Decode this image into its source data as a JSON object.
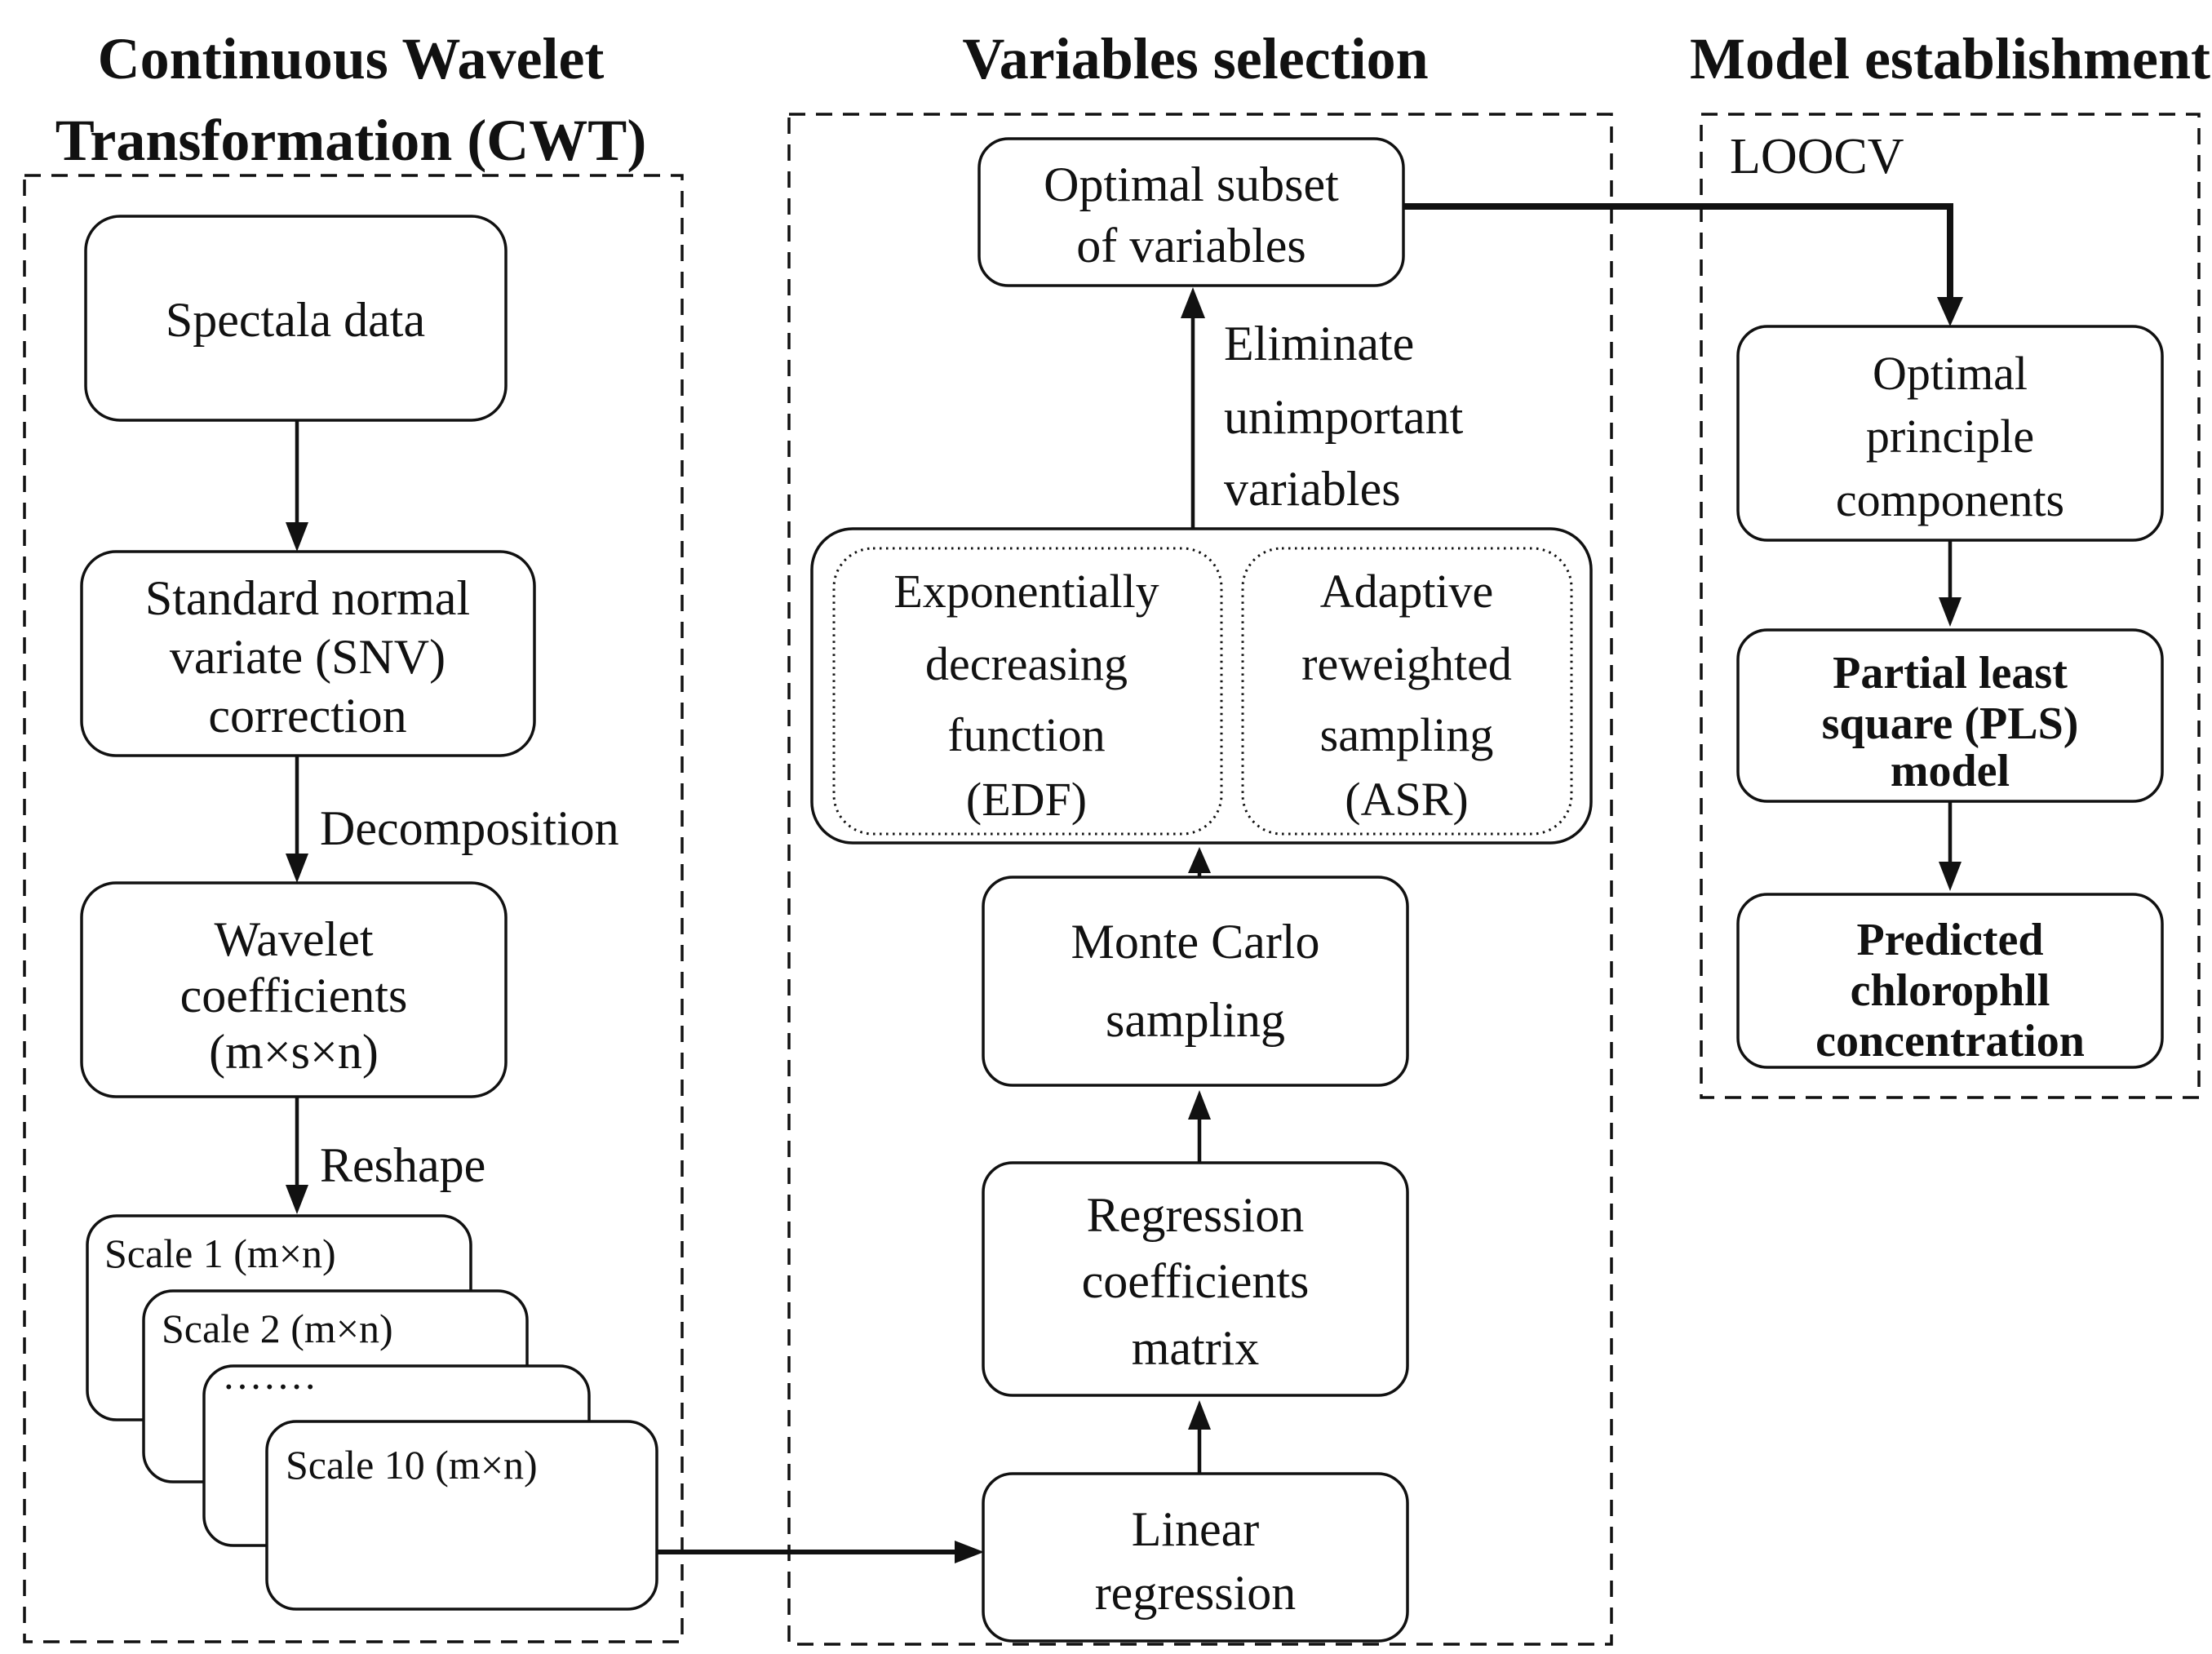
{
  "left": {
    "title": [
      "Continuous Wavelet",
      "Transformation (CWT)"
    ],
    "spectral_box": "Spectala data",
    "snv_box": [
      "Standard normal",
      "variate (SNV)",
      "correction"
    ],
    "decomposition_label": "Decomposition",
    "wavelet_box": [
      "Wavelet",
      "coefficients",
      "(m×s×n)"
    ],
    "reshape_label": "Reshape",
    "scale_cards": [
      "Scale 1 (m×n)",
      "Scale 2 (m×n)",
      "·······",
      "Scale 10 (m×n)"
    ]
  },
  "middle": {
    "title": "Variables selection",
    "optimal_subset_box": [
      "Optimal subset",
      "of variables"
    ],
    "eliminate_label": [
      "Eliminate",
      "unimportant",
      "variables"
    ],
    "edf_box": [
      "Exponentially",
      "decreasing",
      "function",
      "(EDF)"
    ],
    "asr_box": [
      "Adaptive",
      "reweighted",
      "sampling",
      "(ASR)"
    ],
    "monte_carlo_box": [
      "Monte Carlo",
      "sampling"
    ],
    "regression_box": [
      "Regression",
      "coefficients",
      "matrix"
    ],
    "linear_box": [
      "Linear",
      "regression"
    ]
  },
  "right": {
    "title": "Model establishment",
    "loocv_label": "LOOCV",
    "pc_box": [
      "Optimal",
      "principle",
      "components"
    ],
    "pls_box": [
      "Partial least",
      "square (PLS)",
      "model"
    ],
    "predicted_box": [
      "Predicted",
      "chlorophll",
      "concentration"
    ]
  },
  "colors": {
    "ink": "#111111",
    "background": "#ffffff"
  }
}
